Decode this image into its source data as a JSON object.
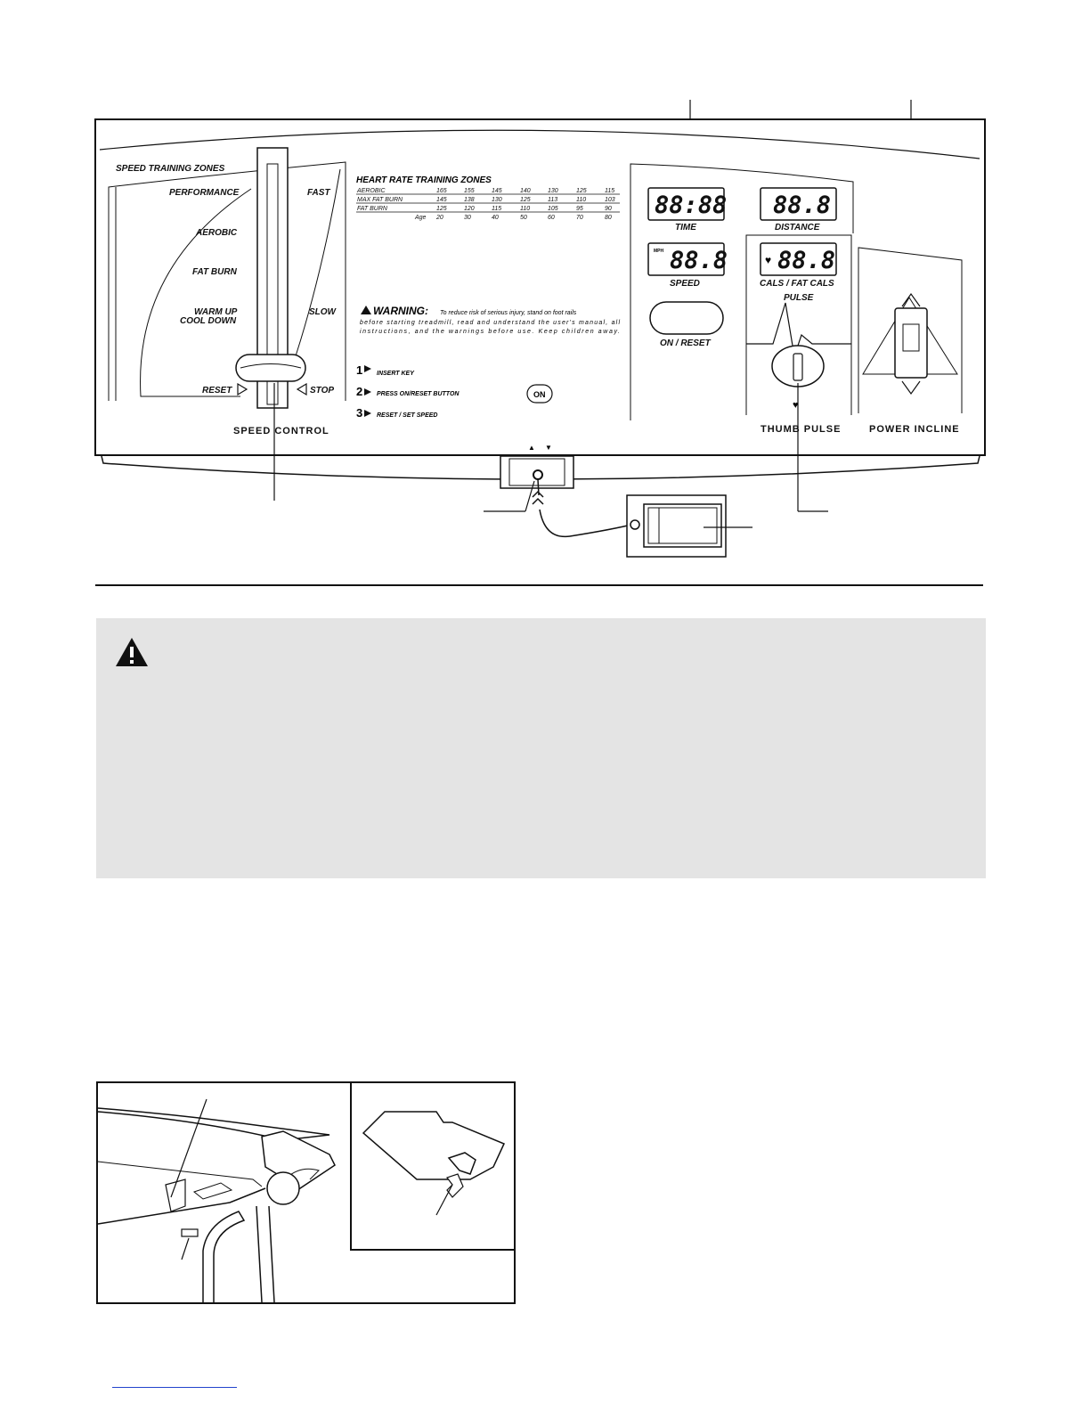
{
  "console": {
    "speed_training_zones": {
      "title": "SPEED TRAINING ZONES",
      "performance": "PERFORMANCE",
      "aerobic": "AEROBIC",
      "fat_burn": "FAT BURN",
      "warm_up": "WARM UP",
      "cool_down": "COOL DOWN",
      "fast": "FAST",
      "slow": "SLOW",
      "reset": "RESET",
      "stop": "STOP"
    },
    "speed_control_label": "SPEED CONTROL",
    "heart_rate_zones": {
      "title": "HEART RATE TRAINING ZONES",
      "rows": [
        {
          "label": "AEROBIC",
          "values": [
            "165",
            "155",
            "145",
            "140",
            "130",
            "125",
            "115"
          ]
        },
        {
          "label": "MAX FAT BURN",
          "values": [
            "145",
            "138",
            "130",
            "125",
            "113",
            "110",
            "103"
          ]
        },
        {
          "label": "FAT BURN",
          "values": [
            "125",
            "120",
            "115",
            "110",
            "105",
            "95",
            "90"
          ]
        }
      ],
      "age_label": "Age",
      "ages": [
        "20",
        "30",
        "40",
        "50",
        "60",
        "70",
        "80"
      ]
    },
    "warning": {
      "title": "WARNING:",
      "line1": "To reduce risk of serious injury, stand on foot rails",
      "line2": "before starting treadmill, read and understand the user's manual, all",
      "line3": "instructions, and the warnings before use.  Keep children away."
    },
    "steps": [
      {
        "num": "1",
        "text": "INSERT KEY"
      },
      {
        "num": "2",
        "text": "PRESS ON/RESET BUTTON"
      },
      {
        "num": "3",
        "text": "RESET / SET SPEED"
      }
    ],
    "on_button": "ON",
    "displays": {
      "time_value": "88:88",
      "time_label": "TIME",
      "distance_value": "88.8",
      "distance_label": "DISTANCE",
      "speed_unit": "MPH",
      "speed_value": "88.8",
      "speed_label": "SPEED",
      "cals_value": "88.8",
      "cals_label": "CALS / FAT CALS",
      "pulse_label": "PULSE"
    },
    "on_reset_label": "ON / RESET",
    "thumb_pulse_label": "THUMB PULSE",
    "power_incline_label": "POWER INCLINE"
  }
}
